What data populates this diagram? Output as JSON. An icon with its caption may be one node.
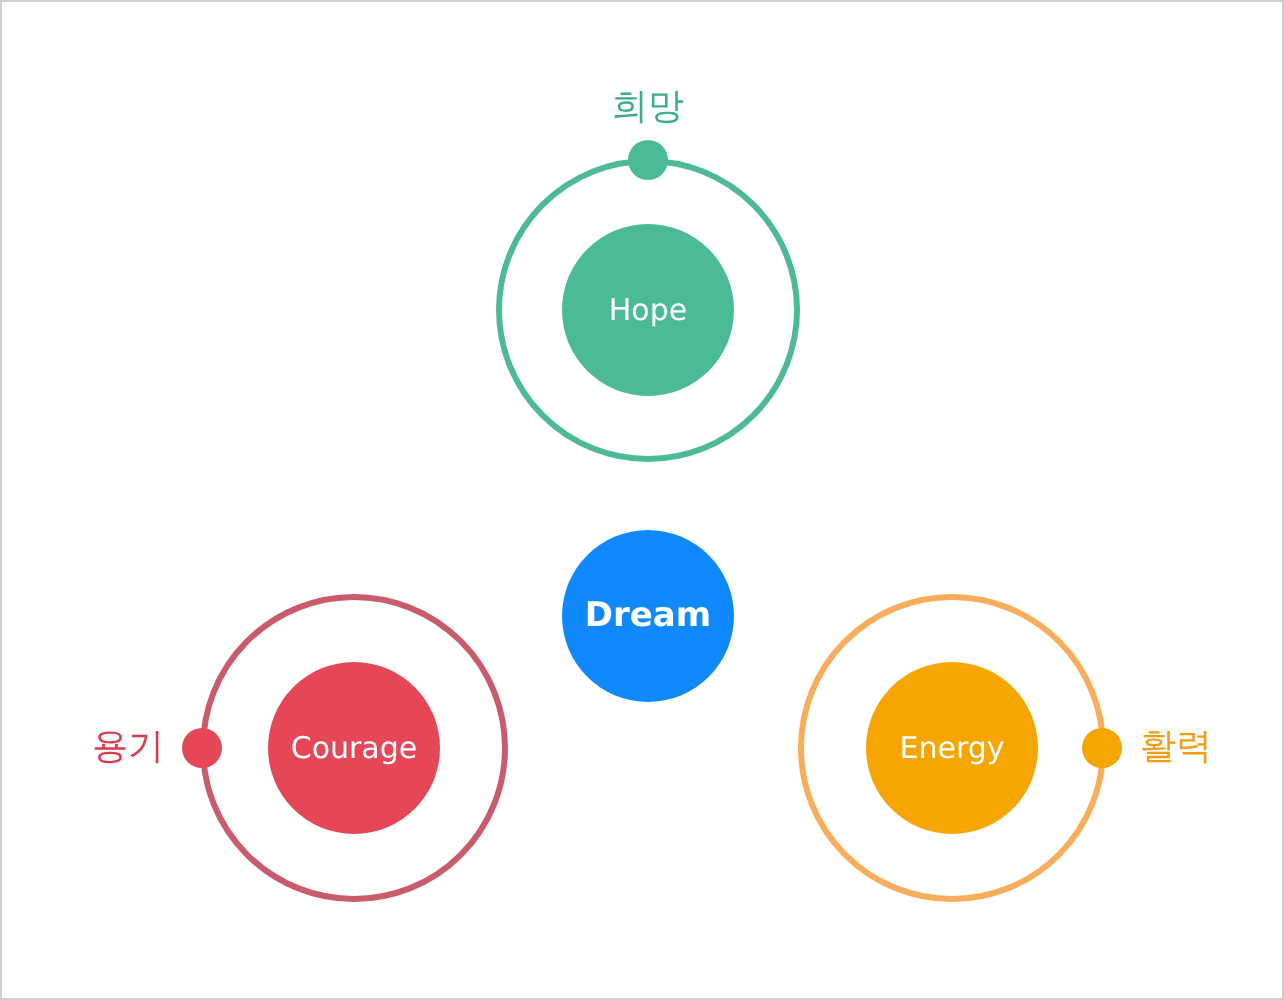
{
  "diagram": {
    "nodes": [
      {
        "text": [
          "희망"
        ]
      },
      {
        "text": [
          "Hope"
        ],
        "in": 0
      },
      {
        "text": [
          "Dream"
        ]
      },
      {
        "text": [
          "용기"
        ]
      },
      {
        "text": [
          "Courage"
        ],
        "in": 3
      },
      {
        "text": [
          "활력"
        ]
      },
      {
        "text": [
          "Energy"
        ],
        "in": 5
      }
    ]
  }
}
